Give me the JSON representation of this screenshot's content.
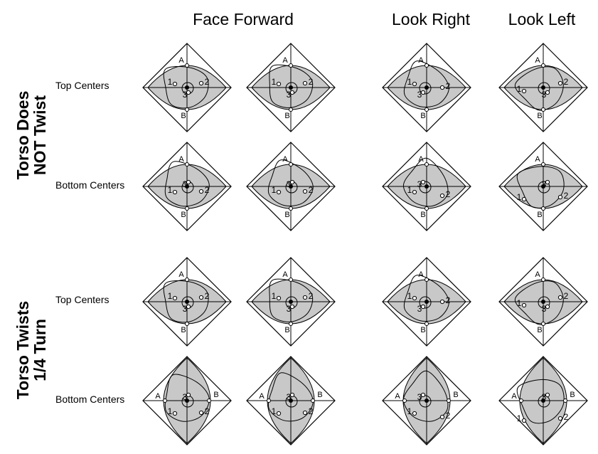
{
  "columns": {
    "face_forward": "Face Forward",
    "look_right": "Look Right",
    "look_left": "Look Left"
  },
  "groups": {
    "not_twist": {
      "line1": "Torso Does",
      "line2": "NOT Twist"
    },
    "twist": {
      "line1": "Torso Twists",
      "line2": "1/4 Turn"
    }
  },
  "row_labels": {
    "top": "Top Centers",
    "bottom": "Bottom Centers"
  },
  "markers": {
    "a": "A",
    "b": "B",
    "c1": "1",
    "c2": "2",
    "c3": "3"
  },
  "colors": {
    "fill": "#c8c8c8",
    "stroke": "#000000"
  }
}
